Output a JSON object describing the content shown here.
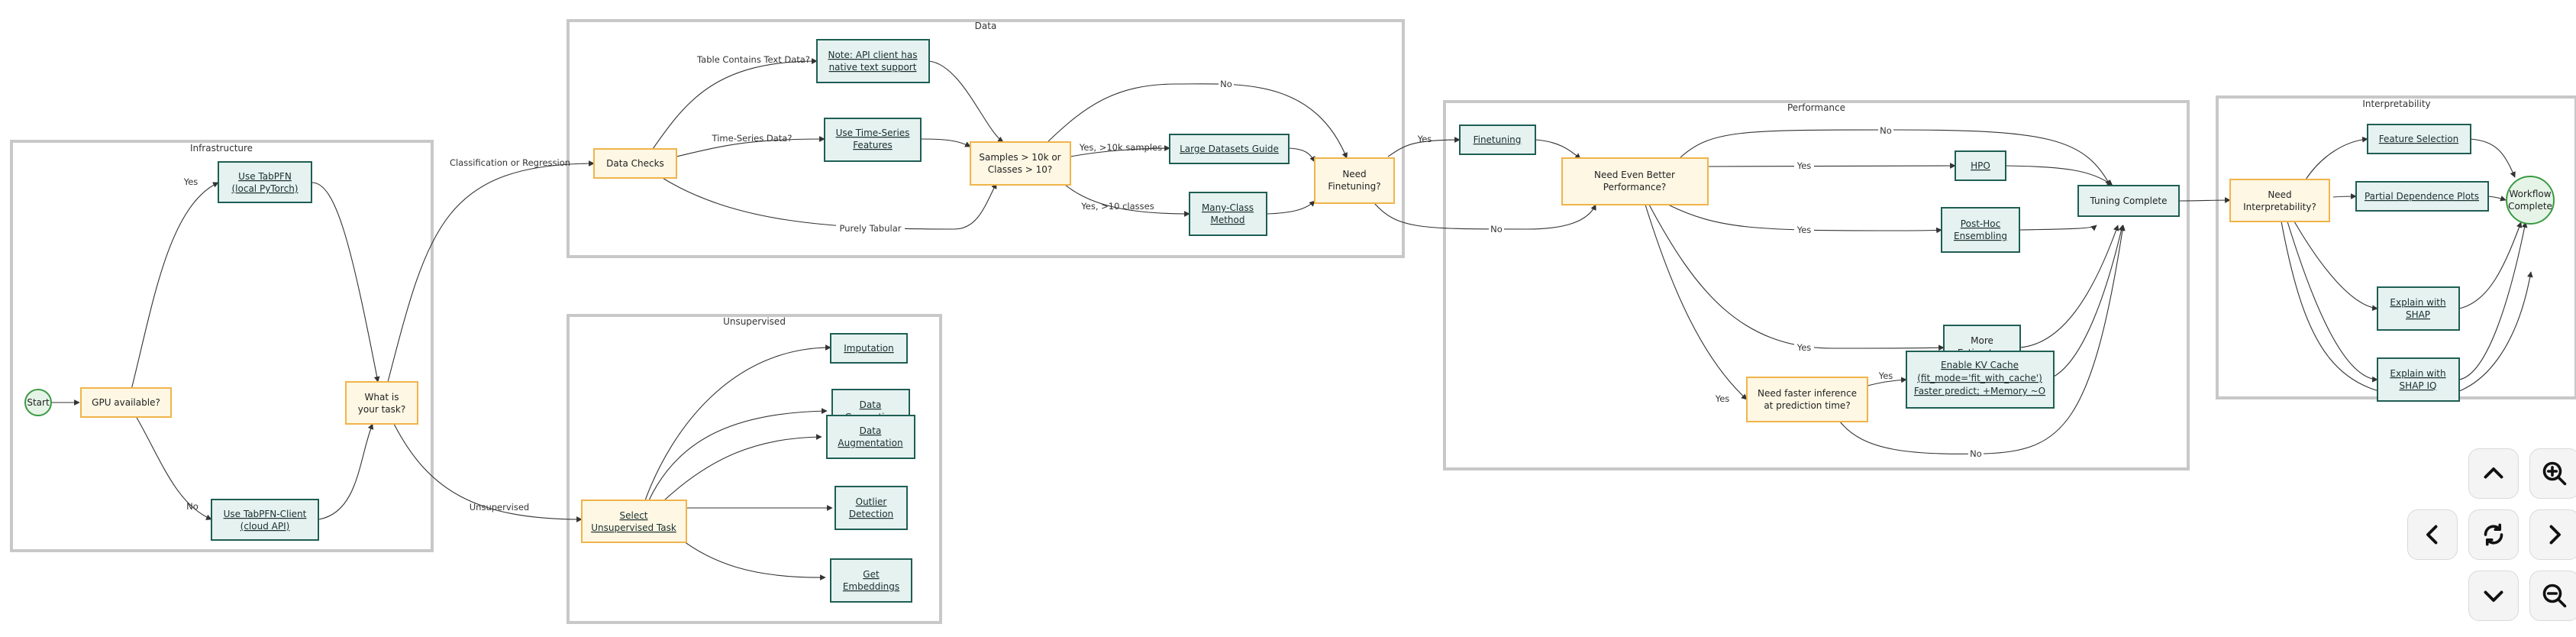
{
  "clusters": {
    "infrastructure": "Infrastructure",
    "data": "Data",
    "unsupervised": "Unsupervised",
    "performance": "Performance",
    "interpretability": "Interpretability"
  },
  "nodes": {
    "start": [
      "Start"
    ],
    "gpu": [
      "GPU available?"
    ],
    "use_tabpfn": [
      "Use TabPFN",
      "(local PyTorch)"
    ],
    "use_client": [
      "Use TabPFN-Client",
      "(cloud API)"
    ],
    "what_task": [
      "What is",
      "your task?"
    ],
    "data_checks": [
      "Data Checks"
    ],
    "note_api": [
      "Note: API client has",
      "native text support"
    ],
    "time_series": [
      "Use Time-Series",
      "Features"
    ],
    "samples": [
      "Samples > 10k or",
      "Classes > 10?"
    ],
    "large_data": [
      "Large Datasets Guide"
    ],
    "many_class": [
      "Many-Class",
      "Method"
    ],
    "need_ft": [
      "Need",
      "Finetuning?"
    ],
    "finetuning": [
      "Finetuning"
    ],
    "need_better": [
      "Need Even Better",
      "Performance?"
    ],
    "hpo": [
      "HPO"
    ],
    "posthoc": [
      "Post-Hoc",
      "Ensembling"
    ],
    "more_est": [
      "More",
      "Estimators"
    ],
    "faster_inf": [
      "Need faster inference",
      "at prediction time?"
    ],
    "kv_cache": [
      "Enable KV Cache",
      "(fit_mode='fit_with_cache')",
      "Faster predict; +Memory ~O"
    ],
    "tuning_complete": [
      "Tuning Complete"
    ],
    "need_interp": [
      "Need",
      "Interpretability?"
    ],
    "feature_sel": [
      "Feature Selection"
    ],
    "pdp": [
      "Partial Dependence Plots"
    ],
    "shap": [
      "Explain with",
      "SHAP"
    ],
    "shap_iq": [
      "Explain with",
      "SHAP IQ"
    ],
    "workflow_complete": [
      "Workflow",
      "Complete"
    ],
    "select_unsup": [
      "Select",
      "Unsupervised Task"
    ],
    "imputation": [
      "Imputation"
    ],
    "data_gen": [
      "Data",
      "Generation"
    ],
    "data_aug": [
      "Data",
      "Augmentation"
    ],
    "outlier": [
      "Outlier",
      "Detection"
    ],
    "embeddings": [
      "Get",
      "Embeddings"
    ]
  },
  "edge_labels": {
    "yes": "Yes",
    "no": "No",
    "classification": "Classification or Regression",
    "unsupervised": "Unsupervised",
    "text_data": "Table Contains Text Data?",
    "ts_data": "Time-Series Data?",
    "purely_tabular": "Purely Tabular",
    "yes_10k": "Yes, >10k samples",
    "yes_10_classes": "Yes, >10 classes"
  },
  "controls": {
    "up": "arrow-up",
    "zoom_in": "zoom-in",
    "left": "arrow-left",
    "reset": "reset",
    "right": "arrow-right",
    "down": "arrow-down",
    "zoom_out": "zoom-out"
  }
}
